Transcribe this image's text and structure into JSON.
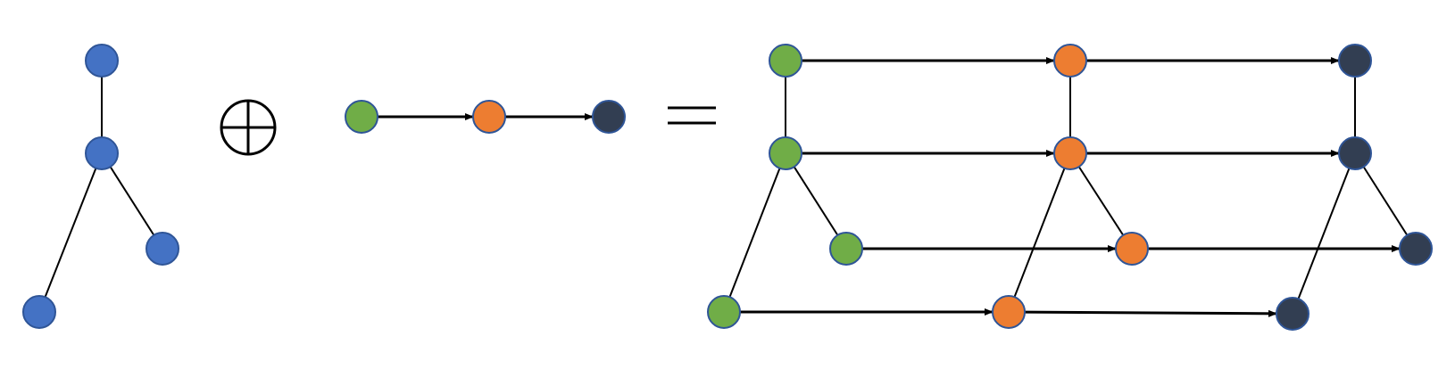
{
  "colors": {
    "blue": "#4472C4",
    "green": "#70AD47",
    "orange": "#ED7D31",
    "navy": "#323E52",
    "node_stroke": "#2F5597",
    "edge": "#000000"
  },
  "operators": {
    "plus": "⊕",
    "equals": "="
  },
  "tree_graph": {
    "nodes": [
      "t0",
      "t1",
      "t2",
      "t3"
    ],
    "edges": [
      [
        "t0",
        "t1"
      ],
      [
        "t1",
        "t2"
      ],
      [
        "t1",
        "t3"
      ]
    ]
  },
  "path_graph": {
    "nodes": [
      {
        "id": "p0",
        "color": "green"
      },
      {
        "id": "p1",
        "color": "orange"
      },
      {
        "id": "p2",
        "color": "navy"
      }
    ],
    "directed_edges": [
      [
        "p0",
        "p1"
      ],
      [
        "p1",
        "p2"
      ]
    ]
  },
  "product_graph": {
    "layers": [
      "green",
      "orange",
      "navy"
    ],
    "undirected_edges_per_layer": [
      [
        "t0",
        "t1"
      ],
      [
        "t1",
        "t2"
      ],
      [
        "t1",
        "t3"
      ]
    ],
    "directed_edges_per_tree_node": [
      [
        "green",
        "orange"
      ],
      [
        "orange",
        "navy"
      ]
    ]
  }
}
